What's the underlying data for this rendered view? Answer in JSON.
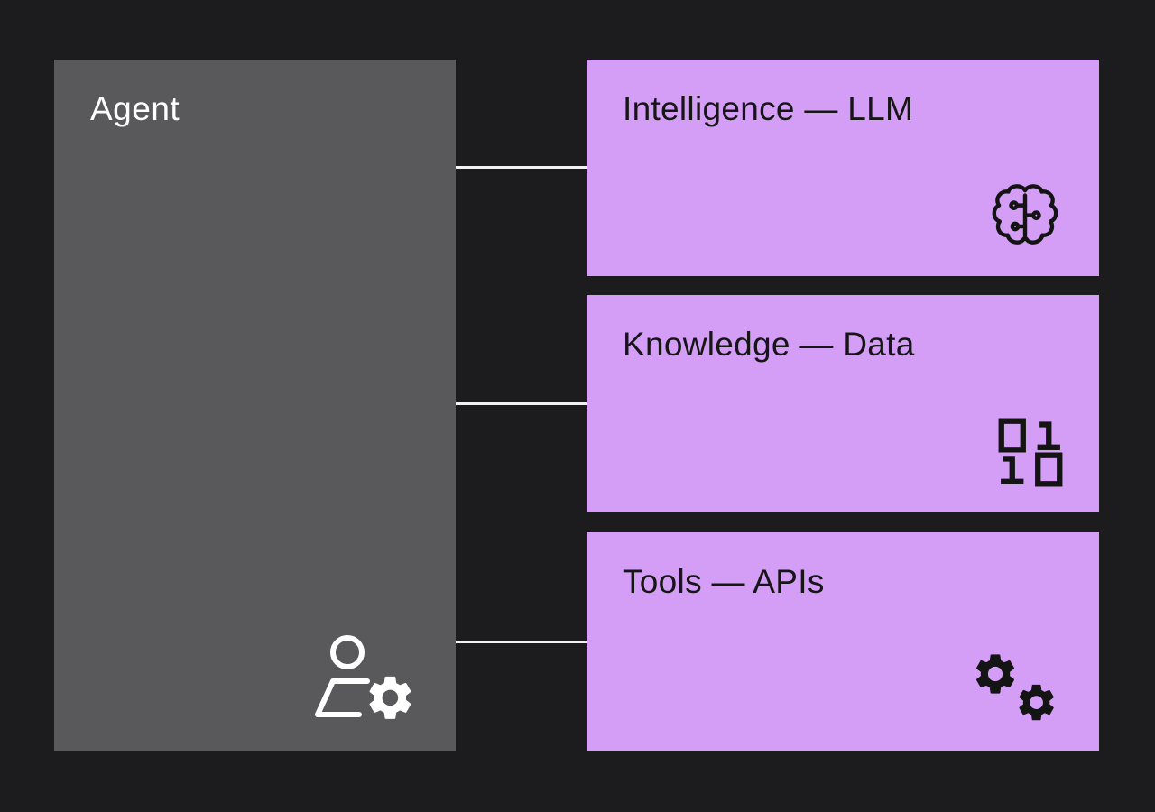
{
  "colors": {
    "background": "#1c1c1e",
    "agent_box": "#59595b",
    "node_box": "#d49ef7",
    "node_text": "#161616",
    "agent_text": "#ffffff",
    "connector_line": "#f2f2f2",
    "icon_dark": "#141414",
    "icon_light": "#ffffff"
  },
  "agent": {
    "label": "Agent",
    "icon": "user-gear-icon"
  },
  "nodes": [
    {
      "label": "Intelligence — LLM",
      "icon": "brain-circuit-icon"
    },
    {
      "label": "Knowledge — Data",
      "icon": "binary-data-icon"
    },
    {
      "label": "Tools — APIs",
      "icon": "gears-icon"
    }
  ],
  "edges": [
    {
      "from": "Agent",
      "to": "Intelligence — LLM"
    },
    {
      "from": "Agent",
      "to": "Knowledge — Data"
    },
    {
      "from": "Agent",
      "to": "Tools — APIs"
    }
  ]
}
